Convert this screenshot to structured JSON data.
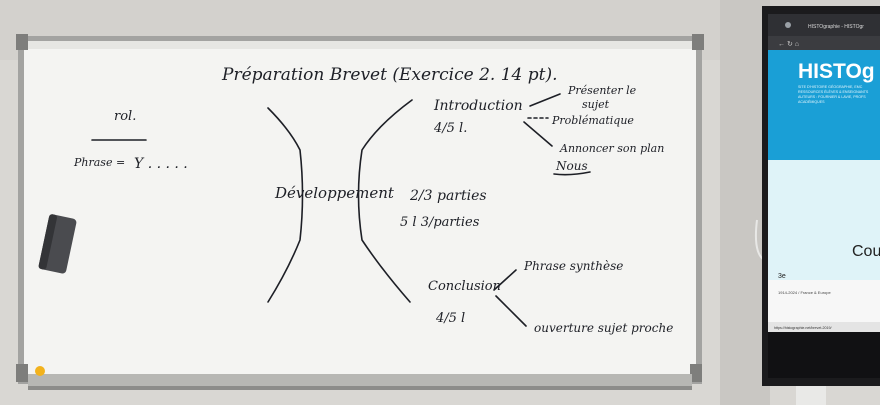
{
  "whiteboard": {
    "title": "Préparation Brevet (Exercice 2. 14 pt).",
    "left_note_top": "rol.",
    "left_note_phrase": "Phrase = ",
    "left_note_dots": "Y . . . . .",
    "center_label": "Développement",
    "intro_title": "Introduction",
    "intro_lines": "4/5 l.",
    "intro_item_1a": "Présenter le",
    "intro_item_1b": "sujet",
    "intro_item_2": "Problématique",
    "intro_item_3": "Annoncer son plan",
    "intro_item_4": "Nous",
    "dev_parts": "2/3 parties",
    "dev_lines": "5 l 3/parties",
    "conclusion_title": "Conclusion",
    "conclusion_lines": "4/5 l",
    "conclusion_item_1": "Phrase synthèse",
    "conclusion_item_2": "ouverture sujet proche"
  },
  "monitor": {
    "browser_tab": "HISTOgraphie - HISTOgr",
    "site_title": "HISTOg",
    "site_tagline_1": "SITE D'HISTOIRE GÉOGRAPHIE, EMC",
    "site_tagline_2": "RESSOURCES ÉLÈVES & ENSEIGNANTS",
    "site_tagline_3": "AUTEURS : FOURNIER & LAVIE, PROFS",
    "site_tagline_4": "ACADÉMIQUES",
    "hero_text": "Cou",
    "level": "3e",
    "breadcrumb": "1914-2024 / France & Europe",
    "status_url": "https://histographie.net/brevet-2019/"
  },
  "colors": {
    "wall": "#dcdad6",
    "board": "#f3f3f1",
    "frame": "#9a9a98",
    "ink": "#1d1f26",
    "site_blue": "#1a9fd6"
  }
}
